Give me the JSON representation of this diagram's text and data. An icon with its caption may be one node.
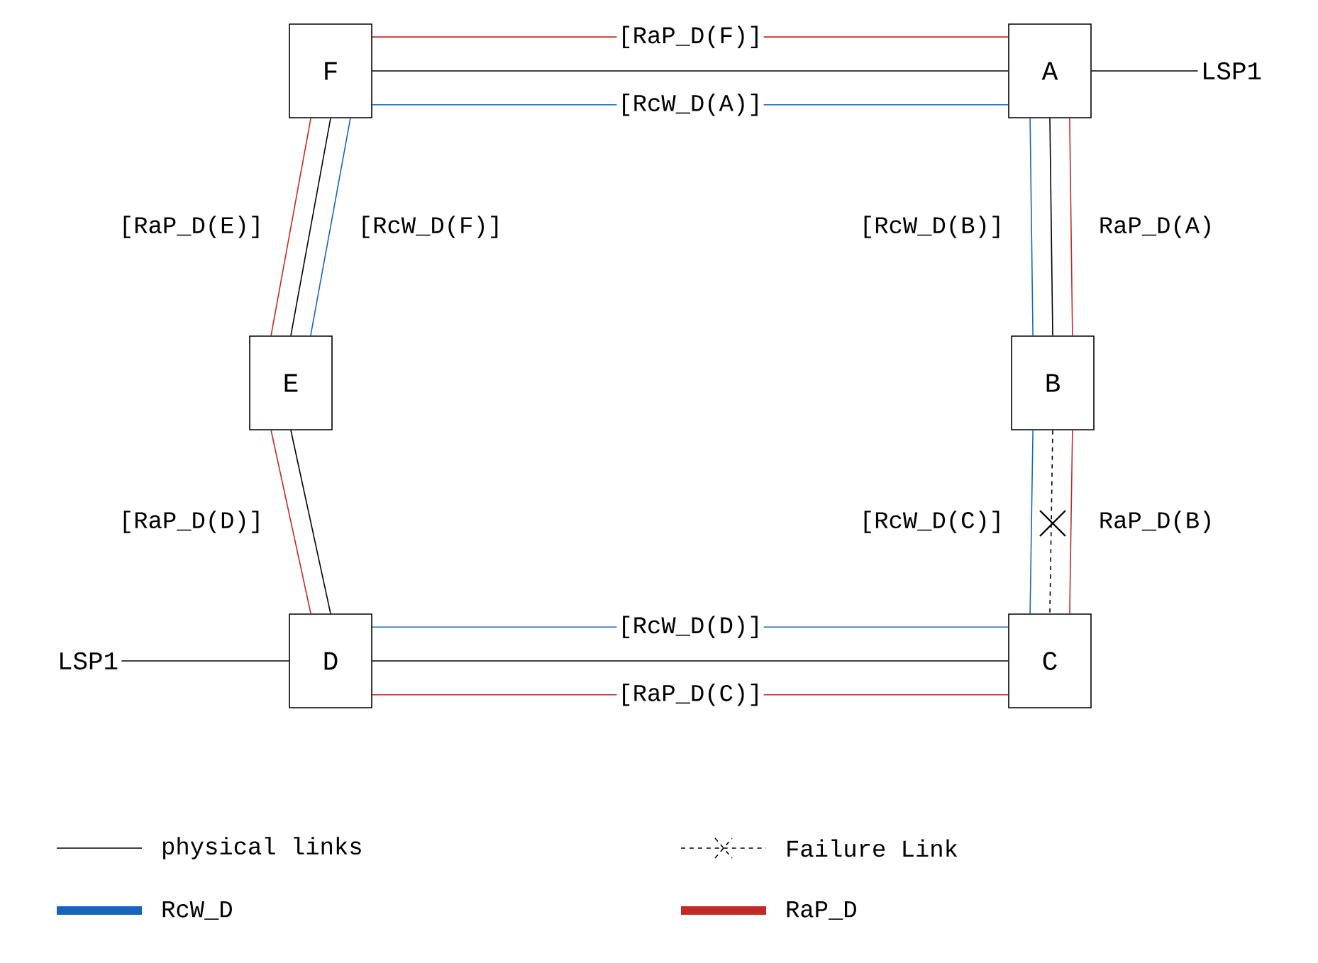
{
  "diagram": {
    "nodes": [
      {
        "text": [
          "F"
        ]
      },
      {
        "text": [
          "A"
        ]
      },
      {
        "text": [
          "LSP1"
        ]
      },
      {
        "text": [
          "E"
        ]
      },
      {
        "text": [
          "B"
        ]
      },
      {
        "text": [
          "LSP1"
        ]
      },
      {
        "text": [
          "D"
        ]
      },
      {
        "text": [
          "C"
        ]
      }
    ],
    "edges": [
      {
        "from": 0,
        "to": 1,
        "arrow": "none"
      },
      {
        "from": 0,
        "to": 1,
        "arrow": "none",
        "label": "[RaP_D(F)]",
        "color": "#c62828"
      },
      {
        "from": 0,
        "to": 1,
        "arrow": "none",
        "label": "[RcW_D(A)]",
        "color": "#1565c0"
      },
      {
        "from": 1,
        "to": 2,
        "arrow": "none"
      },
      {
        "from": 0,
        "to": 3,
        "arrow": "none"
      },
      {
        "from": 0,
        "to": 3,
        "arrow": "none",
        "label": "[RaP_D(E)]",
        "color": "#c62828"
      },
      {
        "from": 0,
        "to": 3,
        "arrow": "none",
        "label": "[RcW_D(F)]",
        "color": "#1565c0"
      },
      {
        "from": 1,
        "to": 4,
        "arrow": "none"
      },
      {
        "from": 1,
        "to": 4,
        "arrow": "none",
        "label": "[RcW_D(B)]",
        "color": "#1565c0"
      },
      {
        "from": 1,
        "to": 4,
        "arrow": "none",
        "label": "RaP_D(A)",
        "color": "#c62828"
      },
      {
        "from": 4,
        "to": 7,
        "arrow": "none",
        "style": "dashed"
      },
      {
        "from": 4,
        "to": 7,
        "arrow": "none",
        "label": "[RcW_D(C)]",
        "color": "#1565c0"
      },
      {
        "from": 4,
        "to": 7,
        "arrow": "none",
        "label": "RaP_D(B)",
        "color": "#c62828"
      },
      {
        "from": 3,
        "to": 6,
        "arrow": "none"
      },
      {
        "from": 3,
        "to": 6,
        "arrow": "none",
        "label": "[RaP_D(D)]",
        "color": "#c62828"
      },
      {
        "from": 5,
        "to": 6,
        "arrow": "none"
      },
      {
        "from": 6,
        "to": 7,
        "arrow": "none"
      },
      {
        "from": 6,
        "to": 7,
        "arrow": "none",
        "label": "[RcW_D(D)]",
        "color": "#1565c0"
      },
      {
        "from": 6,
        "to": 7,
        "arrow": "none",
        "label": "[RaP_D(C)]",
        "color": "#c62828"
      }
    ],
    "legend": [
      {
        "text": "physical links"
      },
      {
        "text": "Failure Link"
      },
      {
        "text": "RcW_D",
        "color": "#1565c0"
      },
      {
        "text": "RaP_D",
        "color": "#c62828"
      }
    ]
  }
}
